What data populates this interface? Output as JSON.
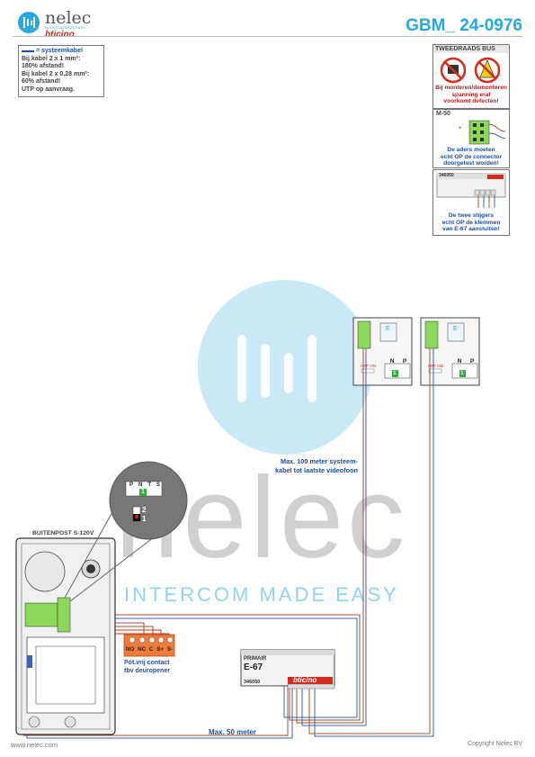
{
  "header": {
    "doc_code": "GBM_ 24-0976",
    "logo_brand": "nelec",
    "logo_tagline": "INTERCOM MADE EASY",
    "logo_partner": "bticino"
  },
  "legend": {
    "title": "= systeemkabel",
    "line1": "Bij kabel 2 x 1 mm²:",
    "line2": "180% afstand!",
    "line3": "Bij kabel 2 x 0,28 mm²:",
    "line4": "60% afstand!",
    "line5": "UTP op aanvraag."
  },
  "warning": {
    "title": "TWEEDRAADS BUS",
    "line1": "Bij monteren/demonteren",
    "line2": "spanning eraf",
    "line3": "voorkomt defecten!"
  },
  "m50": {
    "title": "M-50",
    "line1": "De aders moeten",
    "line2": "echt OP de connector",
    "line3": "doorgelust worden!"
  },
  "psu_note": {
    "model": "346050",
    "line1": "De twee stijgers",
    "line2": "echt OP de klemmen",
    "line3": "van E-67 aansluiten!"
  },
  "outdoor": {
    "title": "BUITENPOST S-120V",
    "zoom_terminals": [
      "P",
      "N",
      "T",
      "S"
    ],
    "zoom_jumper": "1",
    "zoom_pos2": "2",
    "zoom_pos1": "1"
  },
  "relay": {
    "terminals": [
      "NO",
      "NC",
      "C",
      "S+",
      "S-"
    ],
    "caption1": "Pot.vrij contact",
    "caption2": "tbv deuropener"
  },
  "psu": {
    "label_top": "PRIMAIR",
    "name": "E-67",
    "code": "346050",
    "brand": "bticino"
  },
  "monitor": {
    "terminals": [
      "N",
      "P"
    ],
    "jumper": "1",
    "switch_label": "OFF ON",
    "screen_glyph": "E"
  },
  "notes": {
    "max100_1": "Max. 100 meter systeem-",
    "max100_2": "kabel tot laatste videofoon",
    "max50": "Max. 50 meter"
  },
  "watermark": {
    "text": "nelec",
    "tagline": "INTERCOM MADE EASY"
  },
  "footer": {
    "url": "www.nelec.com",
    "copyright": "Copyright Nelec BV"
  },
  "colors": {
    "accent": "#29a8e0",
    "bticino_red": "#d52b1e",
    "relay_orange": "#f07a3a",
    "wire_brown": "#a0522d",
    "wire_blue": "#4060b0",
    "terminal_green": "#2fb040"
  }
}
